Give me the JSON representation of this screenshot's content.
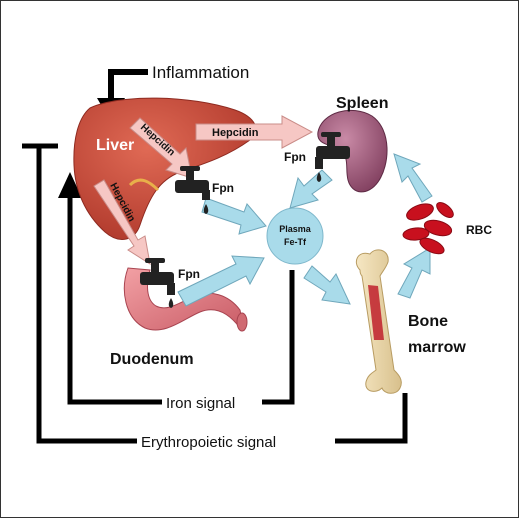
{
  "labels": {
    "inflammation": "Inflammation",
    "liver": "Liver",
    "spleen": "Spleen",
    "duodenum": "Duodenum",
    "bone_marrow_line1": "Bone",
    "bone_marrow_line2": "marrow",
    "plasma_line1": "Plasma",
    "plasma_line2": "Fe-Tf",
    "rbc": "RBC",
    "iron_signal": "Iron signal",
    "erythropoietic_signal": "Erythropoietic signal",
    "hepcidin_spleen": "Hepcidin",
    "hepcidin_liver_fpn": "Hepcidin",
    "hepcidin_duodenum": "Hepcidin",
    "fpn_liver": "Fpn",
    "fpn_spleen": "Fpn",
    "fpn_duodenum": "Fpn"
  },
  "colors": {
    "liver": "#c8483a",
    "spleen": "#9a5a78",
    "duodenum": "#e07a80",
    "plasma": "#a9dbea",
    "flow_arrow": "#a9dbea",
    "hepcidin_arrow": "#f6c7c4",
    "rbc": "#c8101e",
    "bone": "#ecd9ae",
    "signal_line": "#000000"
  }
}
